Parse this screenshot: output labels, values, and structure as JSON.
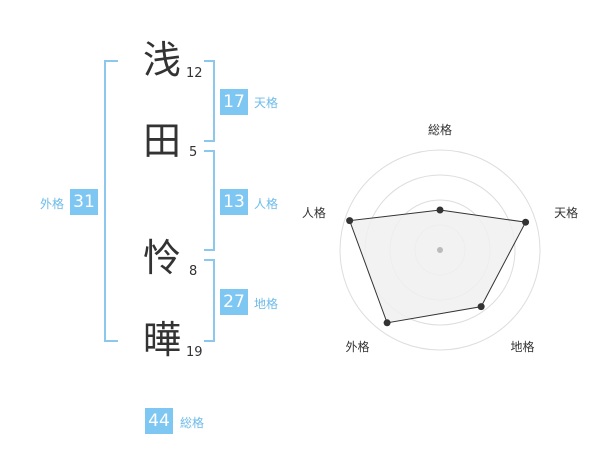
{
  "name": {
    "characters": [
      {
        "char": "浅",
        "strokes": "12"
      },
      {
        "char": "田",
        "strokes": "5"
      },
      {
        "char": "怜",
        "strokes": "8"
      },
      {
        "char": "曄",
        "strokes": "19"
      }
    ]
  },
  "kakusu": {
    "tenkaku": {
      "value": "17",
      "label": "天格"
    },
    "jinkaku": {
      "value": "13",
      "label": "人格"
    },
    "chikaku": {
      "value": "27",
      "label": "地格"
    },
    "gaikaku": {
      "value": "31",
      "label": "外格"
    },
    "soukaku": {
      "value": "44",
      "label": "総格"
    }
  },
  "colors": {
    "accent": "#7fc7f3",
    "bracket": "#8cc8ee",
    "label": "#6dbbe9",
    "text": "#333333",
    "radar_fill": "#f0f0f0",
    "radar_grid": "#dddddd",
    "radar_line": "#333333"
  },
  "chart_data": {
    "type": "radar",
    "axes": [
      "総格",
      "天格",
      "地格",
      "外格",
      "人格"
    ],
    "values": [
      0.4,
      0.9,
      0.7,
      0.9,
      0.95
    ],
    "range": [
      0,
      1
    ],
    "rings": 4,
    "grid": true
  }
}
